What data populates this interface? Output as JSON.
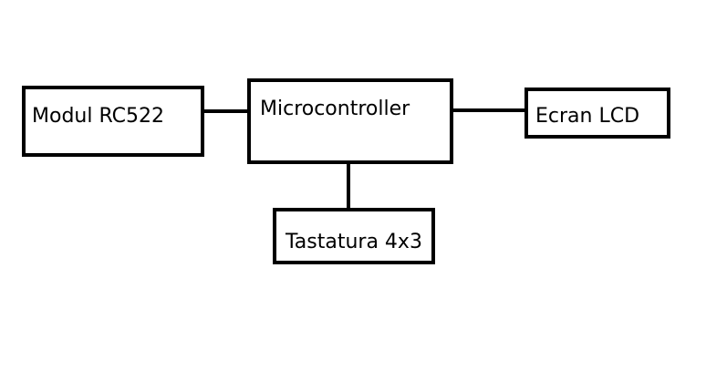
{
  "diagram": {
    "nodes": {
      "rc522": {
        "label": "Modul RC522"
      },
      "microcontroller": {
        "label": "Microcontroller"
      },
      "lcd": {
        "label": "Ecran LCD"
      },
      "keypad": {
        "label": "Tastatura 4x3"
      }
    },
    "edges": [
      {
        "from": "rc522",
        "to": "microcontroller"
      },
      {
        "from": "microcontroller",
        "to": "lcd"
      },
      {
        "from": "microcontroller",
        "to": "keypad"
      }
    ],
    "colors": {
      "stroke": "#000000",
      "background": "#ffffff"
    }
  }
}
